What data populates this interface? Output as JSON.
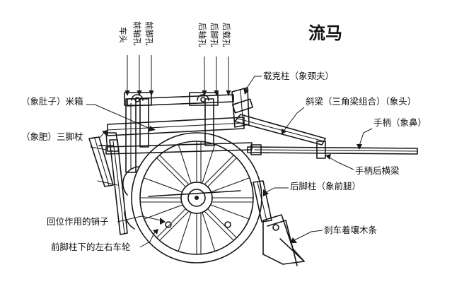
{
  "title": "流马",
  "top_labels": {
    "che_tou": "车头",
    "qian_zhou_kong": "前轴孔",
    "qian_jiao_kong": "前脚孔",
    "hou_zhou_kong": "后轴孔",
    "hou_jiao_kong": "后脚孔",
    "hou_zai_kong": "后载孔"
  },
  "side_labels": {
    "zai_ke_zhu": "载克柱（象颈夫）",
    "mi_xiang": "（象肚子）米箱",
    "xie_liang": "斜梁（三角梁组合）（象头）",
    "san_jiao_zhang": "（象肥）三脚杖",
    "shou_bing": "手柄（象鼻）",
    "shou_bing_hou_heng_liang": "手柄后横梁",
    "hou_jiao_zhu": "后脚柱（象前腿）",
    "hui_wei_xiao": "回位作用的销子",
    "sha_che_ban": "刹车着壤木条",
    "qian_jiao_zhu_lun": "前脚柱下的左右车轮"
  }
}
